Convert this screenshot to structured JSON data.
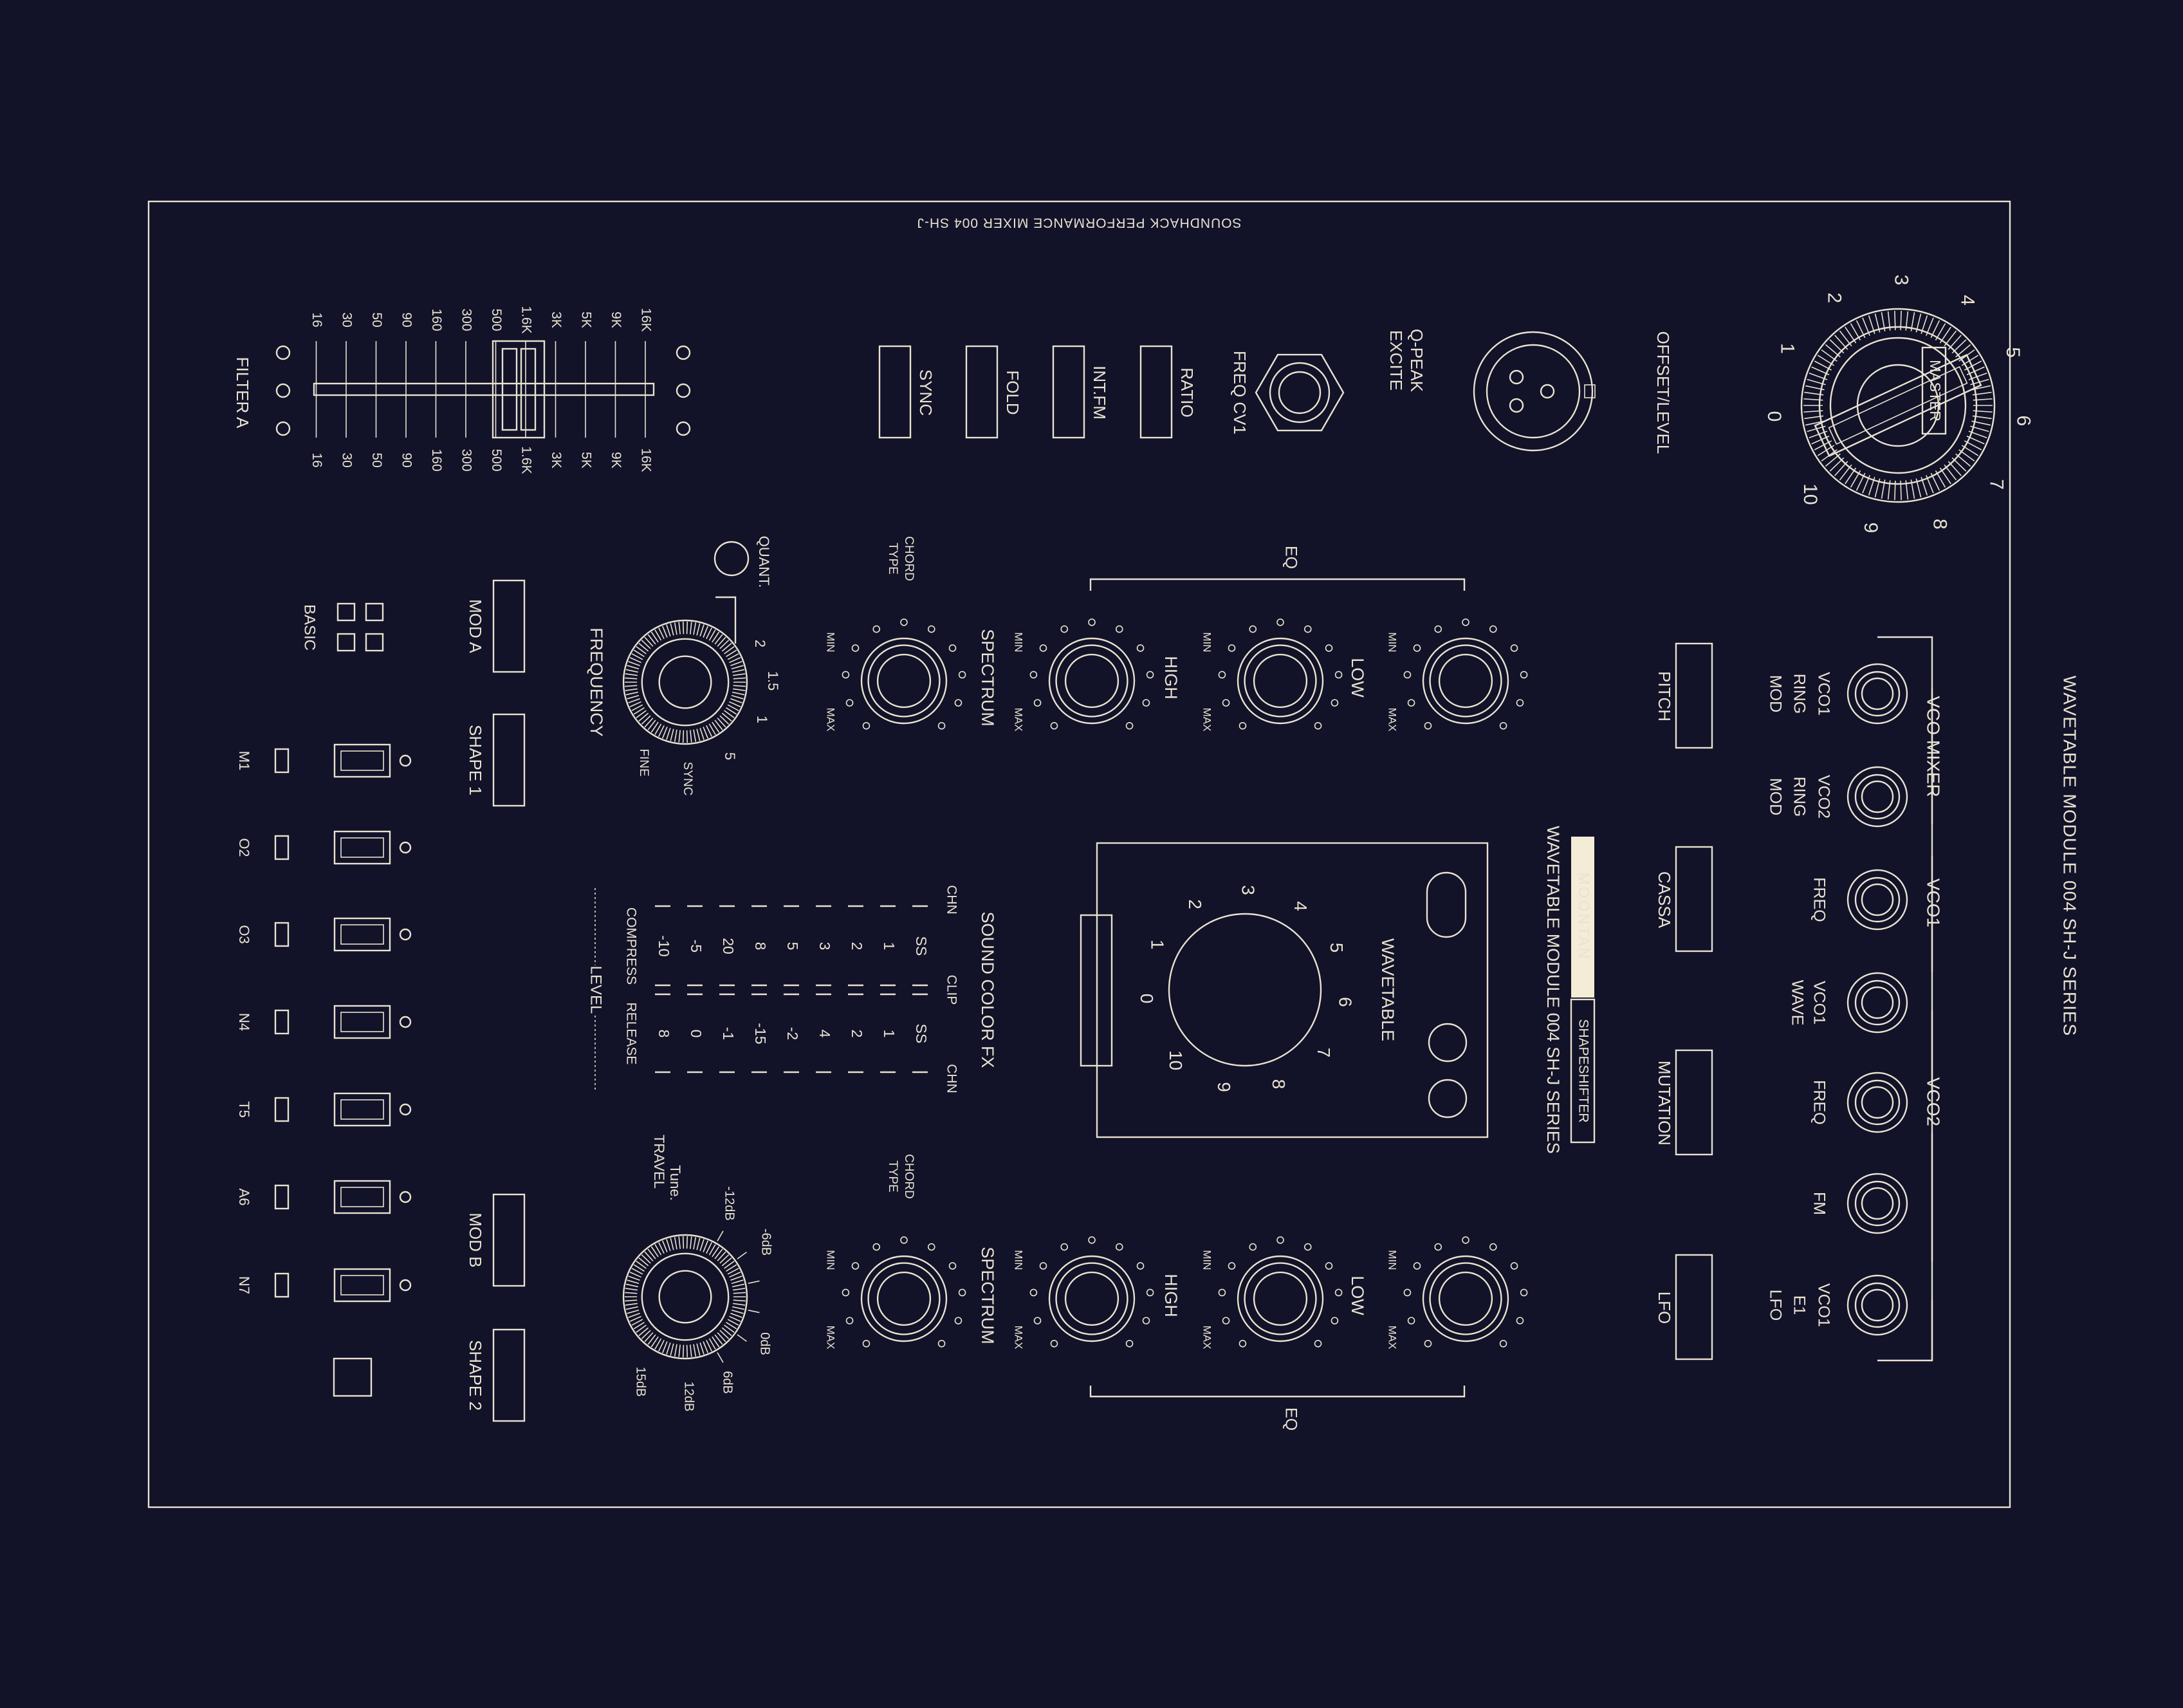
{
  "colors": {
    "background": "#121229",
    "ink": "#e8e2cf",
    "brand_badge": "#f3ecd6"
  },
  "panel": {
    "header": "SOUNDHACK PERFORMANCE MIXER 004 SH-J",
    "side_title": "WAVETABLE MODULE 004 SH-J SERIES"
  },
  "master": {
    "badge": "MASTER",
    "label": "OFFSET/LEVEL",
    "scale": [
      "0",
      "1",
      "2",
      "3",
      "4",
      "5",
      "6",
      "7",
      "8",
      "9",
      "10"
    ]
  },
  "top_jacks": {
    "q_peak": "Q-PEAK",
    "excite": "EXCITE",
    "freq_cv1": "FREQ CV1"
  },
  "top_buttons": [
    "RATIO",
    "INT.FM",
    "FOLD",
    "SYNC"
  ],
  "filter": {
    "label": "FILTER A",
    "scale": [
      "16K",
      "9K",
      "5K",
      "3K",
      "1.6K",
      "500",
      "300",
      "160",
      "90",
      "50",
      "30",
      "16"
    ]
  },
  "vco_mixer": {
    "title": "VCO MIXER",
    "vco1_label": "VCO1",
    "vco2_label": "VCO2",
    "jacks": [
      [
        "VCO1",
        "RING",
        "MOD"
      ],
      [
        "VCO2",
        "RING",
        "MOD"
      ],
      [
        "FREQ"
      ],
      [
        "VCO1",
        "WAVE"
      ],
      [
        "FREQ"
      ],
      [
        "FM"
      ],
      [
        "VCO1",
        "E1",
        "LFO"
      ]
    ]
  },
  "mode_buttons": [
    "PITCH",
    "CASSA",
    "MUTATION",
    "LFO"
  ],
  "eq": {
    "label": "EQ",
    "low": "LOW",
    "high": "HIGH",
    "spectrum": "SPECTRUM",
    "chord": "CHORD",
    "type": "TYPE",
    "min": "MIN",
    "max": "MAX"
  },
  "frequency": {
    "label": "FREQUENCY",
    "quant": "QUANT.",
    "fine": "FINE",
    "sync": "SYNC",
    "scale": [
      "2",
      "1.5",
      "1",
      "5"
    ]
  },
  "travel": {
    "label_tune": "Tune.",
    "label_travel": "TRAVEL",
    "scale": [
      "-12dB",
      "-6dB",
      "0dB",
      "6dB",
      "12dB",
      "15dB"
    ]
  },
  "wavetable": {
    "label": "WAVETABLE",
    "brand": "MOONTAN",
    "product": "SHAPESHIFTER",
    "module": "WAVETABLE MODULE 004 SH-J SERIES",
    "scale": [
      "0",
      "1",
      "2",
      "3",
      "4",
      "5",
      "6",
      "7",
      "8",
      "9",
      "10"
    ]
  },
  "fx": {
    "title": "SOUND COLOR FX",
    "chn": "CHN",
    "clip": "CLIP",
    "level": "LEVEL",
    "compress": "COMPRESS",
    "release": "RELEASE",
    "compress_values": [
      "SS",
      "1",
      "2",
      "3",
      "5",
      "8",
      "20",
      "-5",
      "-10"
    ],
    "release_values": [
      "SS",
      "1",
      "2",
      "4",
      "-2",
      "-15",
      "-1",
      "0",
      "8"
    ]
  },
  "mod": {
    "mod_a": "MOD A",
    "shape_1": "SHAPE 1",
    "mod_b": "MOD B",
    "shape_2": "SHAPE 2",
    "basic": "BASIC"
  },
  "channels": [
    "M1",
    "O2",
    "O3",
    "N4",
    "T5",
    "A6",
    "N7"
  ]
}
